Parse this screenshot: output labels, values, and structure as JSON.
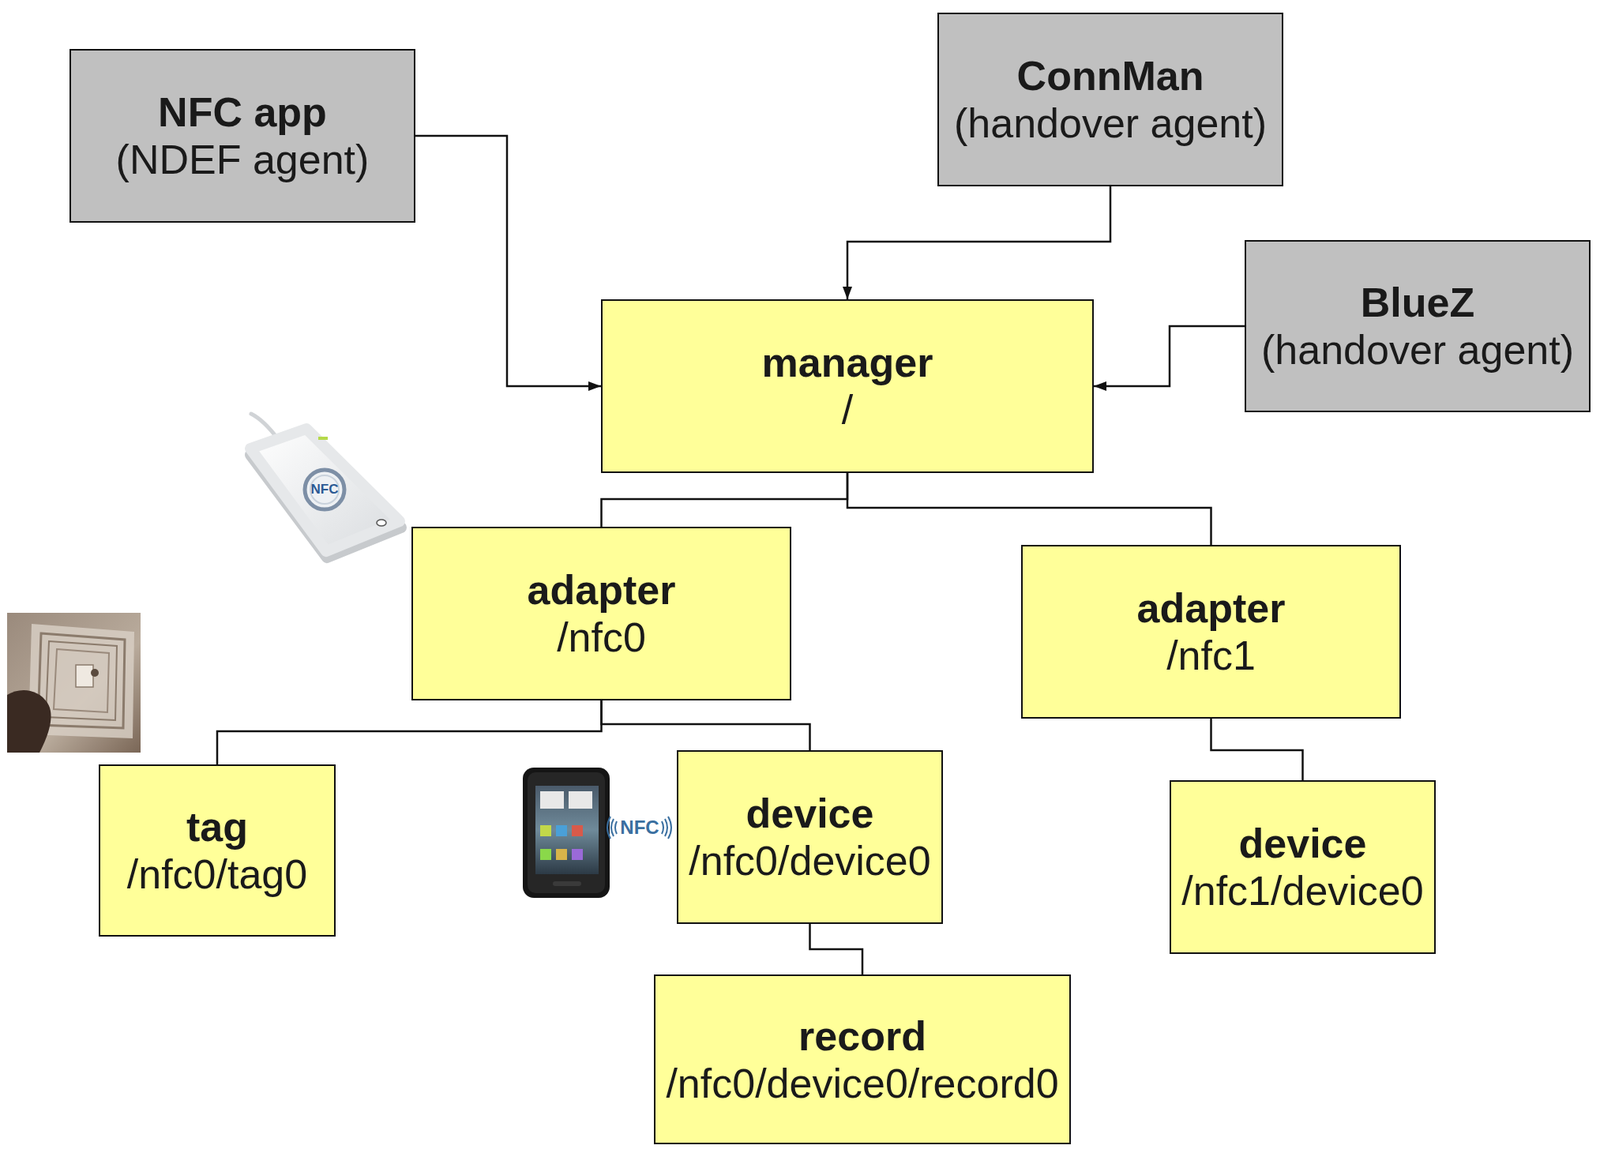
{
  "diagram": {
    "nodes": [
      {
        "text": [
          "NFC app",
          "(NDEF agent)"
        ]
      },
      {
        "text": [
          "ConnMan",
          "(handover agent)"
        ]
      },
      {
        "text": [
          "manager",
          "/"
        ]
      },
      {
        "text": [
          "BlueZ",
          "(handover agent)"
        ]
      },
      {
        "text": [
          "adapter",
          "/nfc0"
        ]
      },
      {
        "text": [
          "adapter",
          "/nfc1"
        ]
      },
      {
        "text": [
          "tag",
          "/nfc0/tag0"
        ]
      },
      {
        "text": [
          "device",
          "/nfc0/device0"
        ]
      },
      {
        "text": [
          "device",
          "/nfc1/device0"
        ]
      },
      {
        "text": [
          "record",
          "/nfc0/device0/record0"
        ]
      }
    ],
    "edges": [
      {
        "from": 0,
        "to": 2,
        "arrow": "to"
      },
      {
        "from": 1,
        "to": 2,
        "arrow": "to"
      },
      {
        "from": 3,
        "to": 2,
        "arrow": "to"
      },
      {
        "from": 2,
        "to": 4,
        "arrow": "none"
      },
      {
        "from": 2,
        "to": 5,
        "arrow": "none"
      },
      {
        "from": 4,
        "to": 6,
        "arrow": "none"
      },
      {
        "from": 4,
        "to": 7,
        "arrow": "none"
      },
      {
        "from": 7,
        "to": 9,
        "arrow": "none"
      },
      {
        "from": 5,
        "to": 8,
        "arrow": "none"
      }
    ],
    "labels": [
      "NFC",
      "NFC"
    ]
  }
}
